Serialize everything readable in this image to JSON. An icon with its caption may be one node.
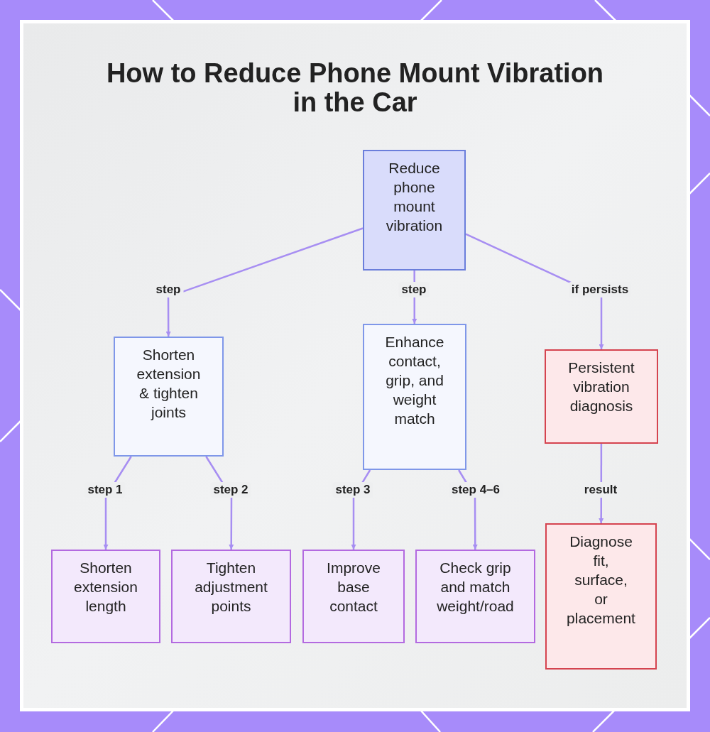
{
  "diagram": {
    "title": "How to Reduce Phone Mount Vibration in the Car",
    "nodes": [
      {
        "text": [
          "Reduce phone mount vibration"
        ]
      },
      {
        "text": [
          "Shorten extension & tighten joints"
        ]
      },
      {
        "text": [
          "Enhance contact, grip, and weight match"
        ]
      },
      {
        "text": [
          "Persistent vibration diagnosis"
        ]
      },
      {
        "text": [
          "Shorten extension length"
        ]
      },
      {
        "text": [
          "Tighten adjustment points"
        ]
      },
      {
        "text": [
          "Improve base contact"
        ]
      },
      {
        "text": [
          "Check grip and match weight/road"
        ]
      },
      {
        "text": [
          "Diagnose fit, surface, or placement"
        ]
      }
    ],
    "edges": [
      {
        "from": 0,
        "to": 1,
        "arrow": "to",
        "label": "step"
      },
      {
        "from": 0,
        "to": 2,
        "arrow": "to",
        "label": "step"
      },
      {
        "from": 0,
        "to": 3,
        "arrow": "to",
        "label": "if persists"
      },
      {
        "from": 1,
        "to": 4,
        "arrow": "to",
        "label": "step 1"
      },
      {
        "from": 1,
        "to": 5,
        "arrow": "to",
        "label": "step 2"
      },
      {
        "from": 2,
        "to": 6,
        "arrow": "to",
        "label": "step 3"
      },
      {
        "from": 2,
        "to": 7,
        "arrow": "to",
        "label": "step 4–6"
      },
      {
        "from": 3,
        "to": 8,
        "arrow": "to",
        "label": "result"
      }
    ]
  }
}
